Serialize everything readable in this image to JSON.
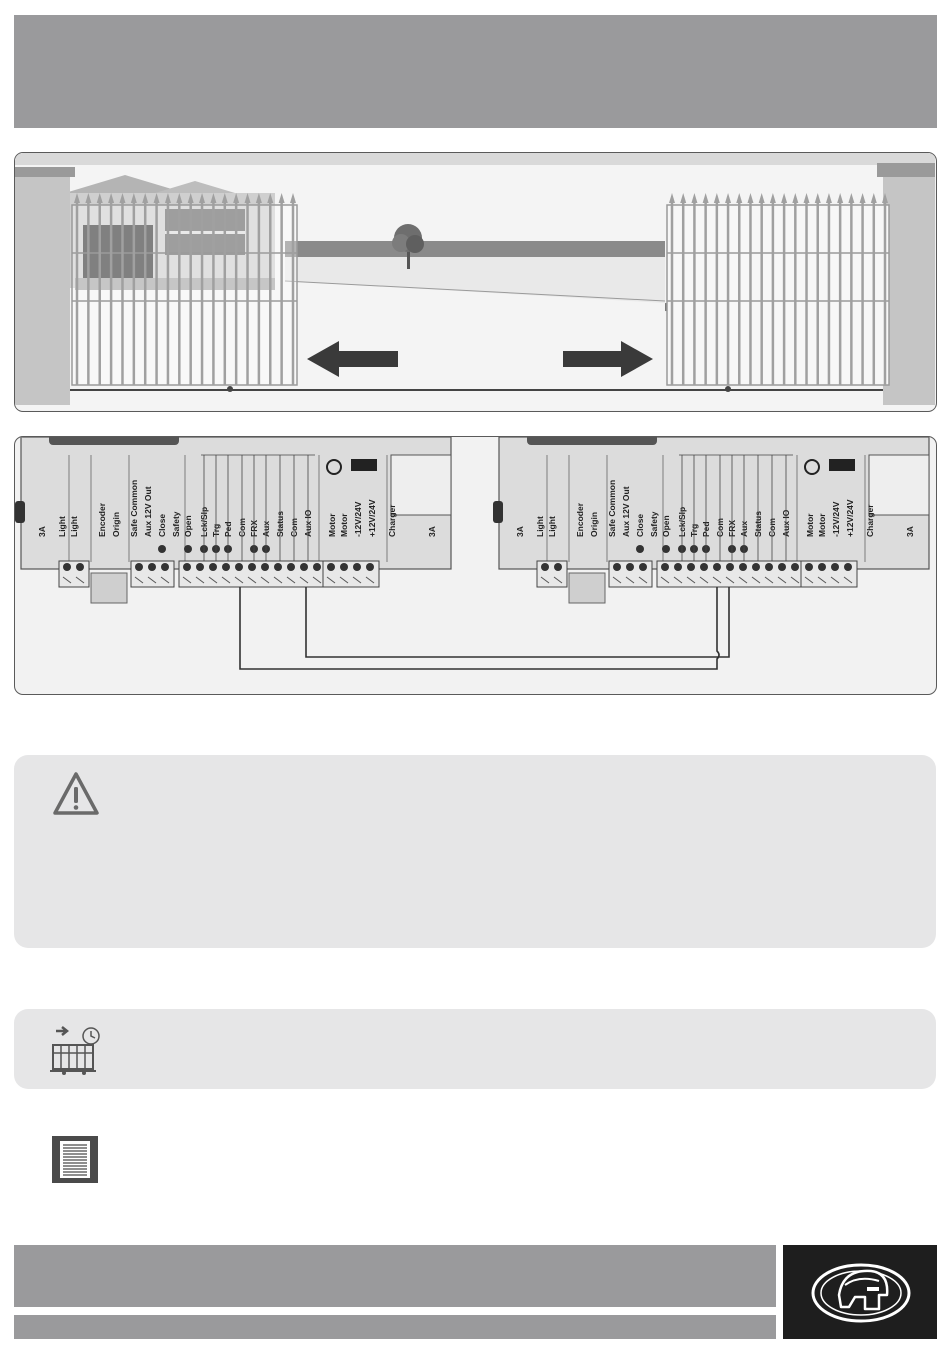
{
  "top_band": {
    "title": ""
  },
  "wiring": {
    "left": {
      "labels": [
        "3A",
        "Light",
        "Light",
        "Encoder",
        "Origin",
        "Safe Common",
        "Aux 12V Out",
        "Close",
        "Safety",
        "Open",
        "Lck/Slp",
        "Trg",
        "Ped",
        "Com",
        "FRX",
        "Aux",
        "Status",
        "Com",
        "Aux IO",
        "Motor",
        "Motor",
        "-12V/24V",
        "+12V/24V",
        "Charger",
        "3A"
      ]
    },
    "right": {
      "labels": [
        "3A",
        "Light",
        "Light",
        "Encoder",
        "Origin",
        "Safe Common",
        "Aux 12V Out",
        "Close",
        "Safety",
        "Open",
        "Lck/Slp",
        "Trg",
        "Ped",
        "Com",
        "FRX",
        "Aux",
        "Status",
        "Com",
        "Aux IO",
        "Motor",
        "Motor",
        "-12V/24V",
        "+12V/24V",
        "Charger",
        "3A"
      ]
    }
  },
  "icons": {
    "warning": "warning-triangle-icon",
    "gate_timer": "gate-timer-icon",
    "document": "document-icon",
    "logo": "centurion-helmet-logo-icon"
  },
  "colors": {
    "band": "#9a9a9c",
    "note_bg": "#e6e6e7",
    "dark": "#333333"
  }
}
